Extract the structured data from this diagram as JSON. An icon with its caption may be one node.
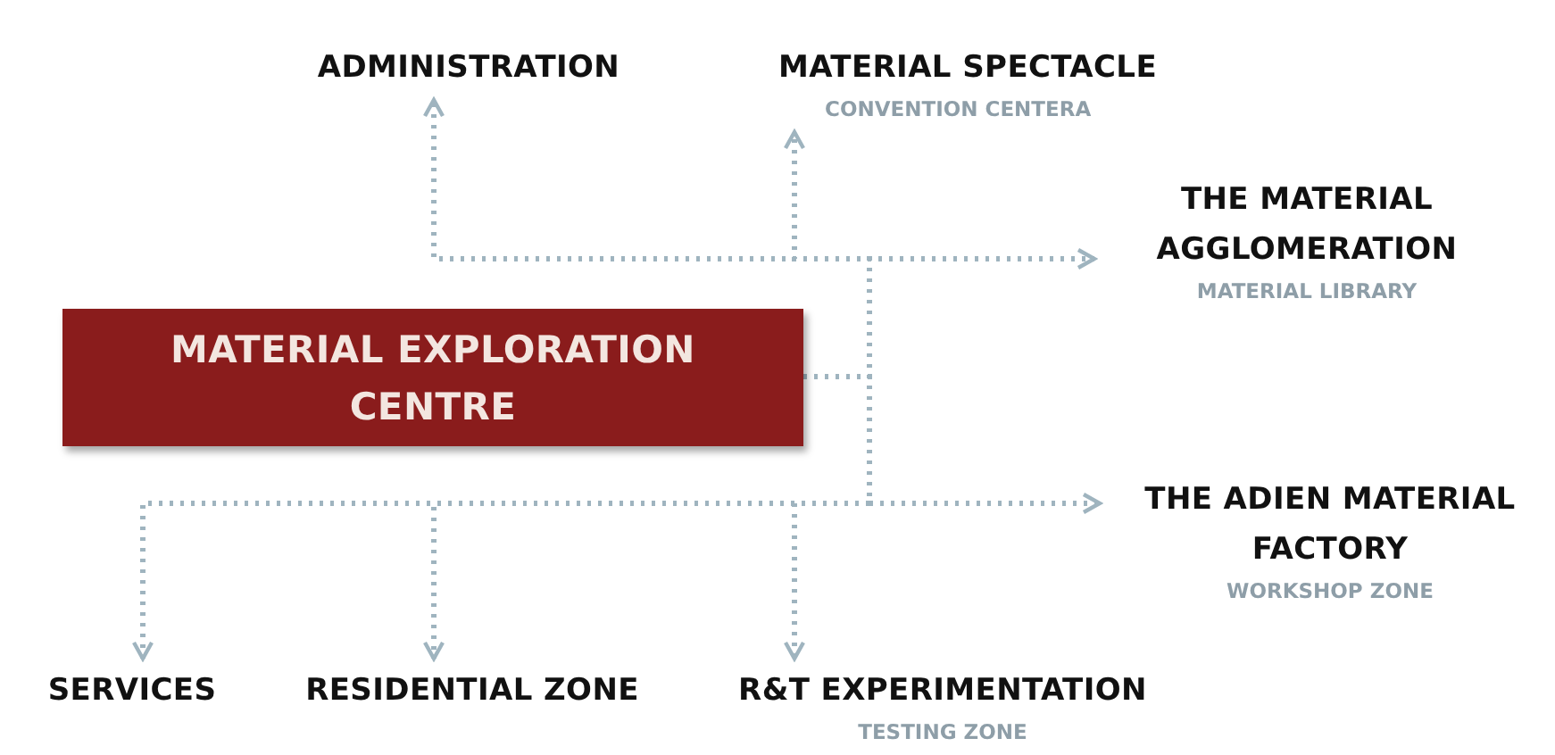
{
  "diagram": {
    "nodes": [
      {
        "text": [
          "MATERIAL EXPLORATION CENTRE"
        ]
      },
      {
        "text": [
          "ADMINISTRATION"
        ]
      },
      {
        "text": [
          "MATERIAL SPECTACLE",
          "CONVENTION CENTERA"
        ]
      },
      {
        "text": [
          "THE MATERIAL AGGLOMERATION",
          "MATERIAL LIBRARY"
        ]
      },
      {
        "text": [
          "THE ADIEN MATERIAL FACTORY",
          "WORKSHOP ZONE"
        ]
      },
      {
        "text": [
          "SERVICES"
        ]
      },
      {
        "text": [
          "RESIDENTIAL ZONE"
        ]
      },
      {
        "text": [
          "R&T EXPERIMENTATION",
          "TESTING ZONE"
        ]
      }
    ],
    "edges": [
      {
        "from": 0,
        "to": 1,
        "arrow": "to",
        "style": "dashed"
      },
      {
        "from": 0,
        "to": 2,
        "arrow": "to",
        "style": "dashed"
      },
      {
        "from": 0,
        "to": 3,
        "arrow": "to",
        "style": "dashed"
      },
      {
        "from": 0,
        "to": 4,
        "arrow": "to",
        "style": "dashed"
      },
      {
        "from": 0,
        "to": 5,
        "arrow": "to",
        "style": "dashed"
      },
      {
        "from": 0,
        "to": 6,
        "arrow": "to",
        "style": "dashed"
      },
      {
        "from": 0,
        "to": 7,
        "arrow": "to",
        "style": "dashed"
      }
    ]
  }
}
